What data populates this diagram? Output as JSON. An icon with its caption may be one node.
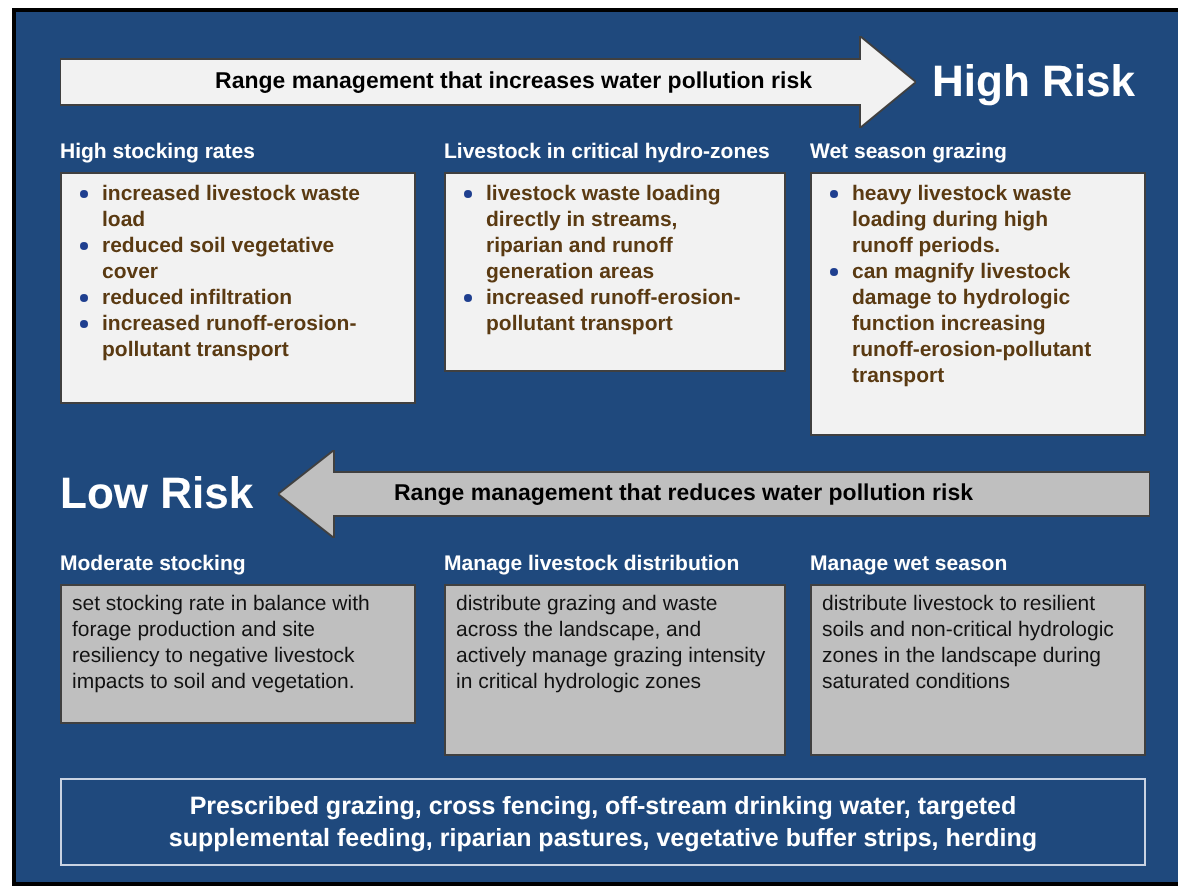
{
  "diagram": {
    "nodes": [
      {
        "text": [
          "Range management that increases water pollution risk"
        ]
      },
      {
        "text": [
          "High stocking rates",
          "increased livestock waste load",
          "reduced soil vegetative cover",
          "reduced infiltration",
          "increased runoff-erosion-pollutant transport"
        ]
      },
      {
        "text": [
          "Livestock in critical hydro-zones",
          "livestock waste loading directly in streams, riparian and runoff generation areas",
          "increased runoff-erosion-pollutant transport"
        ]
      },
      {
        "text": [
          "Wet season grazing",
          "heavy livestock waste loading during high runoff periods.",
          "can magnify livestock damage to hydrologic function increasing runoff-erosion-pollutant transport"
        ]
      },
      {
        "text": [
          "Range management that reduces water pollution risk"
        ]
      },
      {
        "text": [
          "Moderate stocking",
          "set stocking rate in balance with forage production and site resiliency to negative livestock impacts to soil and vegetation."
        ]
      },
      {
        "text": [
          "Manage livestock distribution",
          "distribute grazing and waste across the landscape, and actively manage grazing intensity in critical hydrologic zones"
        ]
      },
      {
        "text": [
          "Manage wet season",
          "distribute livestock to resilient soils and non-critical hydrologic zones in the landscape during saturated conditions"
        ]
      },
      {
        "text": [
          "Prescribed grazing, cross fencing, off-stream drinking water, targeted supplemental feeding, riparian pastures, vegetative buffer strips, herding"
        ]
      }
    ],
    "labels": [
      "High Risk",
      "Low Risk"
    ]
  }
}
